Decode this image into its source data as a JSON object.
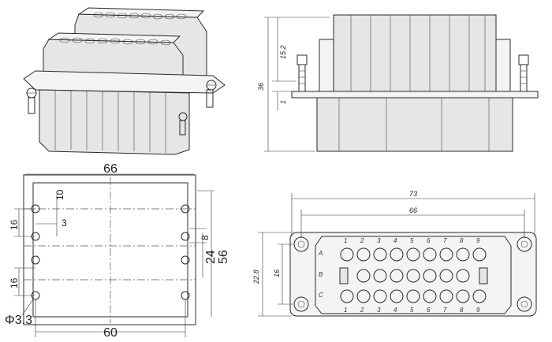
{
  "side_view": {
    "dims": {
      "overall": "36",
      "upper": "15.2",
      "flange": "1"
    }
  },
  "panel_cutout": {
    "dims": {
      "top_width": "66",
      "bottom_width": "60",
      "offset_10": "10",
      "offset_3": "3",
      "left_16_top": "16",
      "left_16_bottom": "16",
      "right_8": "8",
      "right_24": "24",
      "right_56": "56",
      "hole_dia": "Φ3.3"
    }
  },
  "front_view": {
    "dims": {
      "width_73": "73",
      "width_66": "66",
      "height_22": "22.8",
      "height_16": "16"
    },
    "row_letters": [
      "A",
      "B",
      "C"
    ],
    "top_numbers": [
      "1",
      "2",
      "3",
      "4",
      "5",
      "6",
      "7",
      "8",
      "9"
    ],
    "bottom_numbers": [
      "1",
      "2",
      "3",
      "4",
      "5",
      "6",
      "7",
      "8",
      "9"
    ]
  }
}
